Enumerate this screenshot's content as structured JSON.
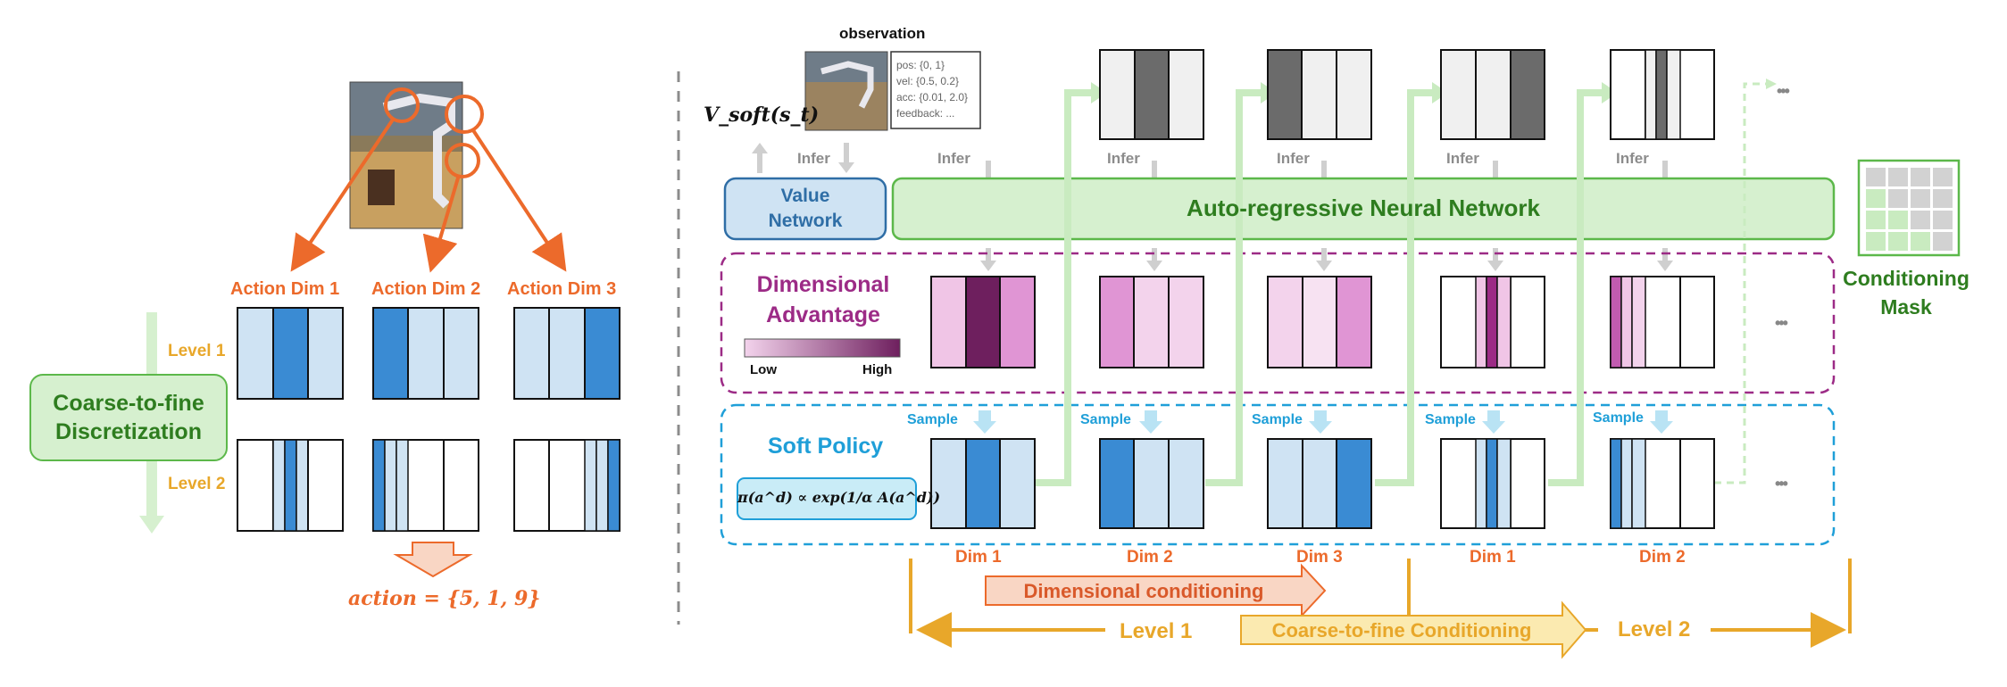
{
  "left": {
    "action_dims": [
      "Action Dim 1",
      "Action Dim 2",
      "Action Dim 3"
    ],
    "levels": [
      "Level 1",
      "Level 2"
    ],
    "coarse_box": "Coarse-to-fine\nDiscretization",
    "action_formula": "action = {5, 1, 9}"
  },
  "right": {
    "observation_title": "observation",
    "obs_lines": [
      "pos: {0, 1}",
      "vel: {0.5, 0.2}",
      "acc: {0.01, 2.0}",
      "feedback: ..."
    ],
    "v_soft": "V_soft(s_t)",
    "infer": "Infer",
    "value_network": "Value\nNetwork",
    "arnn": "Auto-regressive Neural Network",
    "dim_adv": "Dimensional\nAdvantage",
    "low": "Low",
    "high": "High",
    "soft_policy": "Soft Policy",
    "policy_formula": "π(a^d) ∝ exp(1/α A(a^d))",
    "sample": "Sample",
    "ellipsis": "•••",
    "dim_labels": [
      "Dim 1",
      "Dim 2",
      "Dim 3",
      "Dim 1",
      "Dim 2"
    ],
    "dim_conditioning": "Dimensional conditioning",
    "coarse_conditioning": "Coarse-to-fine Conditioning",
    "level1": "Level 1",
    "level2": "Level 2",
    "conditioning_mask": "Conditioning\nMask"
  },
  "colors": {
    "orange": "#ec6a2b",
    "gold": "#e8a72a",
    "lightblue": "#cfe3f3",
    "blue": "#3a8bd3",
    "green_fill": "#d6f0cf",
    "green_stroke": "#6cc05a",
    "purple": "#9c2b86"
  }
}
